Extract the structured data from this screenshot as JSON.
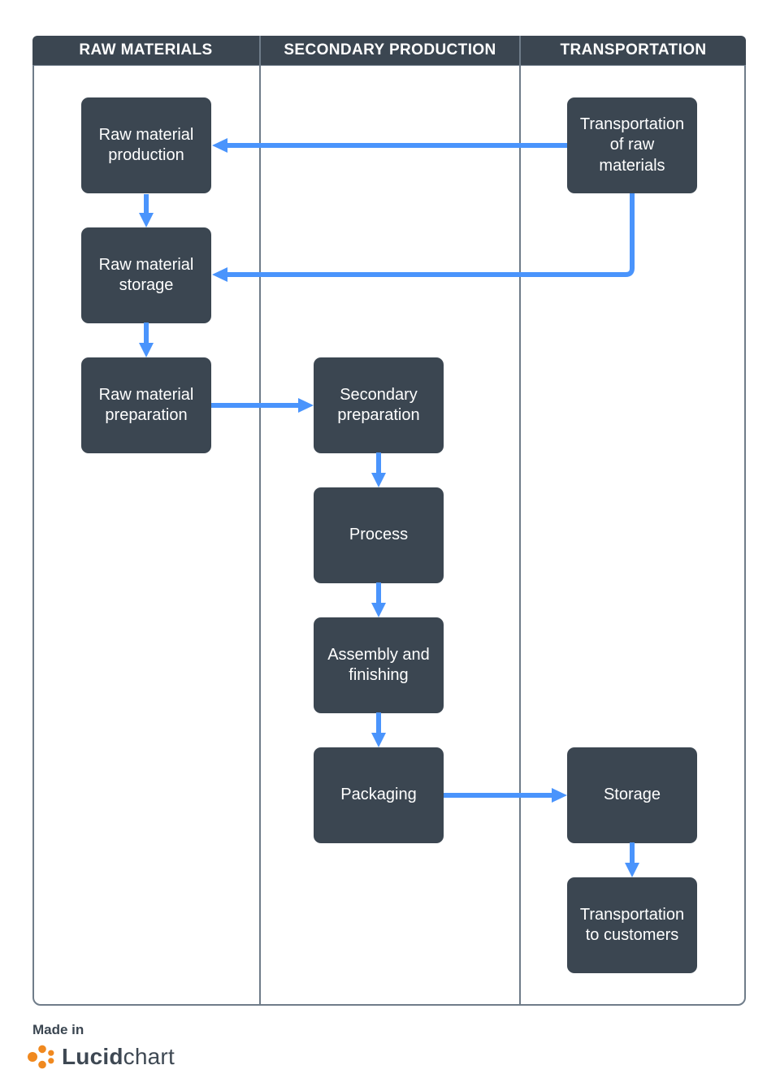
{
  "diagram": {
    "type": "swimlane-flowchart",
    "tool": "Lucidchart"
  },
  "colors": {
    "node_fill": "#3B4651",
    "header_fill": "#3B4651",
    "arrow_blue": "#4A94FC",
    "lane_border_gray": "#6F7C89",
    "node_text": "#FFFFFF",
    "logo_orange": "#F0891F",
    "footer_text": "#3B4651"
  },
  "lanes": [
    {
      "label": "RAW MATERIALS"
    },
    {
      "label": "SECONDARY PRODUCTION"
    },
    {
      "label": "TRANSPORTATION"
    }
  ],
  "nodes": {
    "raw_material_production": {
      "label": "Raw material production",
      "lane": "RAW MATERIALS"
    },
    "raw_material_storage": {
      "label": "Raw material storage",
      "lane": "RAW MATERIALS"
    },
    "raw_material_preparation": {
      "label": "Raw material preparation",
      "lane": "RAW MATERIALS"
    },
    "secondary_preparation": {
      "label": "Secondary preparation",
      "lane": "SECONDARY PRODUCTION"
    },
    "process": {
      "label": "Process",
      "lane": "SECONDARY PRODUCTION"
    },
    "assembly_and_finishing": {
      "label": "Assembly and finishing",
      "lane": "SECONDARY PRODUCTION"
    },
    "packaging": {
      "label": "Packaging",
      "lane": "SECONDARY PRODUCTION"
    },
    "transportation_of_raw_materials": {
      "label": "Transportation of raw materials",
      "lane": "TRANSPORTATION"
    },
    "storage": {
      "label": "Storage",
      "lane": "TRANSPORTATION"
    },
    "transportation_to_customers": {
      "label": "Transportation to customers",
      "lane": "TRANSPORTATION"
    }
  },
  "edges": [
    {
      "from": "transportation_of_raw_materials",
      "to": "raw_material_production"
    },
    {
      "from": "raw_material_production",
      "to": "raw_material_storage"
    },
    {
      "from": "transportation_of_raw_materials",
      "to": "raw_material_storage"
    },
    {
      "from": "raw_material_storage",
      "to": "raw_material_preparation"
    },
    {
      "from": "raw_material_preparation",
      "to": "secondary_preparation"
    },
    {
      "from": "secondary_preparation",
      "to": "process"
    },
    {
      "from": "process",
      "to": "assembly_and_finishing"
    },
    {
      "from": "assembly_and_finishing",
      "to": "packaging"
    },
    {
      "from": "packaging",
      "to": "storage"
    },
    {
      "from": "storage",
      "to": "transportation_to_customers"
    }
  ],
  "footer": {
    "made_in": "Made in",
    "brand_bold": "Lucid",
    "brand_light": "chart"
  }
}
